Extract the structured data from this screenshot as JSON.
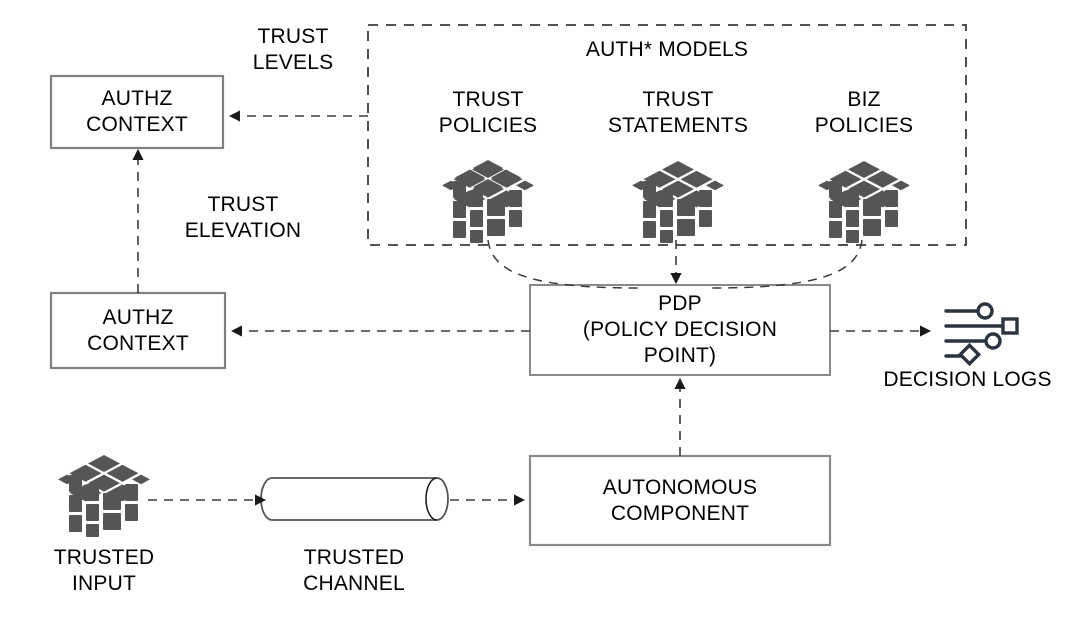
{
  "diagram": {
    "title": "AUTH* MODELS",
    "group_box": {
      "label": "AUTH* MODELS",
      "style": "dashed"
    },
    "models": [
      {
        "label": "TRUST\nPOLICIES",
        "icon": "cube-icon"
      },
      {
        "label": "TRUST\nSTATEMENTS",
        "icon": "cube-icon"
      },
      {
        "label": "BIZ\nPOLICIES",
        "icon": "cube-icon"
      }
    ],
    "nodes": {
      "authz_context_top": "AUTHZ\nCONTEXT",
      "authz_context_bottom": "AUTHZ\nCONTEXT",
      "pdp": "PDP\n(POLICY DECISION\nPOINT)",
      "autonomous_component": "AUTONOMOUS\nCOMPONENT",
      "decision_logs": "DECISION LOGS",
      "trusted_input": "TRUSTED\nINPUT",
      "trusted_channel": "TRUSTED\nCHANNEL"
    },
    "edge_labels": {
      "trust_levels": "TRUST\nLEVELS",
      "trust_elevation": "TRUST\nELEVATION"
    },
    "colors": {
      "box_stroke": "#808080",
      "line": "#3b3b3b",
      "text": "#000000",
      "cube_fill": "#555555",
      "logs_icon": "#2b3440",
      "background": "#ffffff"
    }
  }
}
